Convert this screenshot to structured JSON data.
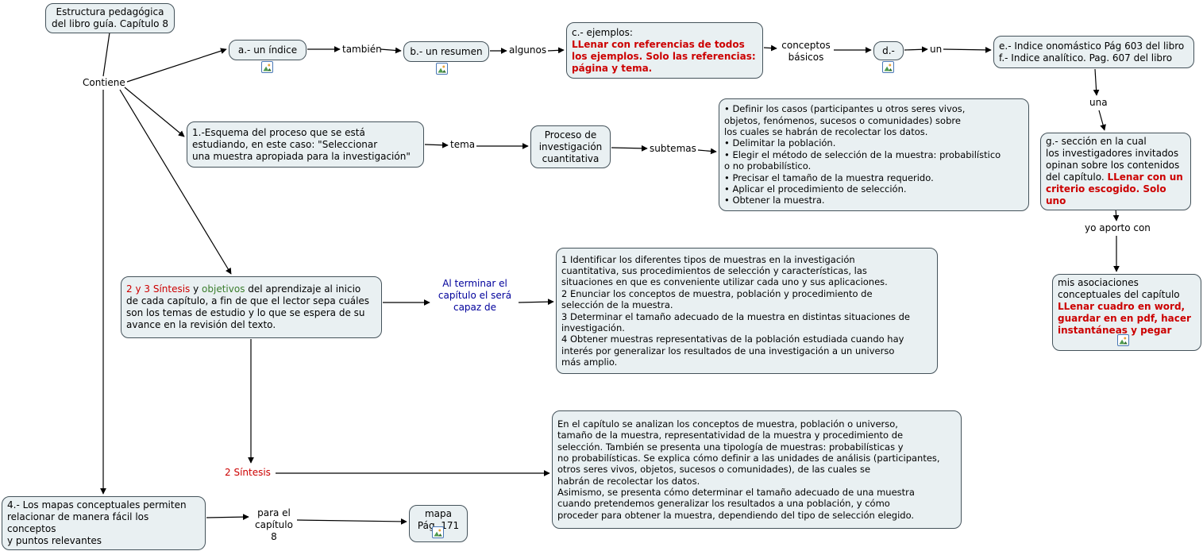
{
  "colors": {
    "node_bg": "#e9f0f2",
    "node_border": "#44525a",
    "red_text": "#cc0000",
    "green_text": "#3a7d2c",
    "blue_text": "#00009b",
    "icon_border": "#4977b5"
  },
  "nodes": {
    "root": "Estructura pedagógica\ndel libro guía. Capítulo 8",
    "a_indice": "a.- un índice",
    "b_resumen": "b.- un resumen",
    "c_ejemplos": {
      "intro": "c.- ejemplos:\n",
      "red": "LLenar con referencias de todos\nlos ejemplos. Solo las referencias:\npágina y tema."
    },
    "d": "d.-",
    "ef_indices": "e.- Indice onomástico Pág 603 del libro\nf.- Indice analítico. Pag. 607 del libro",
    "g_seccion": {
      "black": "g.- sección en la cual\nlos investigadores invitados\nopinan sobre los contenidos\ndel capítulo. ",
      "red": "LLenar con un\ncriterio escogido. Solo uno"
    },
    "mis_asociaciones": {
      "black": "mis asociaciones\nconceptuales del capítulo\n",
      "red": "LLenar cuadro en word,\nguardar en en pdf, hacer\ninstantáneas y pegar"
    },
    "esquema": "1.-Esquema del proceso que se está\nestudiando, en este caso: \"Seleccionar\nuna muestra apropiada para la investigación\"",
    "proceso": "Proceso de\ninvestigación\ncuantitativa",
    "pasos": "• Definir los casos (participantes u otros seres vivos,\nobjetos, fenómenos, sucesos o comunidades) sobre\nlos cuales se habrán de recolectar los datos.\n• Delimitar la población.\n• Elegir el método de selección de la muestra: probabilístico\no no probabilístico.\n• Precisar el tamaño de la muestra requerido.\n• Aplicar el procedimiento de selección.\n• Obtener la muestra.",
    "sintesis_objetivos": {
      "num": "2 y 3",
      "sep": " ",
      "sintesis": "Síntesis",
      "and": " y ",
      "objetivos": "objetivos",
      "rest": " del aprendizaje al inicio\nde cada capítulo, a fin de que el lector sepa cuáles\nson los temas de estudio y lo que se espera de su\navance en la revisión del texto."
    },
    "objetivos_lista": "1 Identificar los diferentes tipos de muestras en la investigación\ncuantitativa, sus procedimientos de selección y características, las\nsituaciones en que es conveniente utilizar cada uno y sus aplicaciones.\n2 Enunciar los conceptos de muestra, población y procedimiento de\nselección de la muestra.\n3 Determinar el tamaño adecuado de la muestra en distintas situaciones de\ninvestigación.\n4 Obtener muestras representativas de la población estudiada cuando hay\ninterés por generalizar los resultados de una investigación a un universo\nmás amplio.",
    "sintesis_parrafo": "En el capítulo se analizan los conceptos de muestra, población o universo,\ntamaño de la muestra, representatividad de la muestra y procedimiento de\nselección. También se presenta una tipología de muestras: probabilísticas y\nno probabilísticas. Se explica cómo definir a las unidades de análisis (participantes,\notros seres vivos, objetos, sucesos o comunidades), de las cuales se\nhabrán de recolectar los datos.\nAsimismo, se presenta cómo determinar el tamaño adecuado de una muestra\ncuando pretendemos generalizar los resultados a una población, y cómo\nproceder para obtener la muestra, dependiendo del tipo de selección elegido.",
    "mapas": "4.- Los mapas conceptuales permiten\nrelacionar de manera fácil los conceptos\ny puntos relevantes",
    "mapa_pag": "mapa\nPág. 171"
  },
  "link_labels": {
    "contiene": "Contiene",
    "tambien": "también",
    "algunos": "algunos",
    "conceptos_basicos": "conceptos\nbásicos",
    "un": "un",
    "una": "una",
    "yo_aporto": "yo aporto con",
    "tema": "tema",
    "subtemas": "subtemas",
    "al_terminar": "Al terminar el\ncapítulo el será\ncapaz de",
    "sintesis_2": "2 Síntesis",
    "para_capitulo": "para el\ncapítulo 8"
  },
  "icons": {
    "resource": "image-resource"
  }
}
